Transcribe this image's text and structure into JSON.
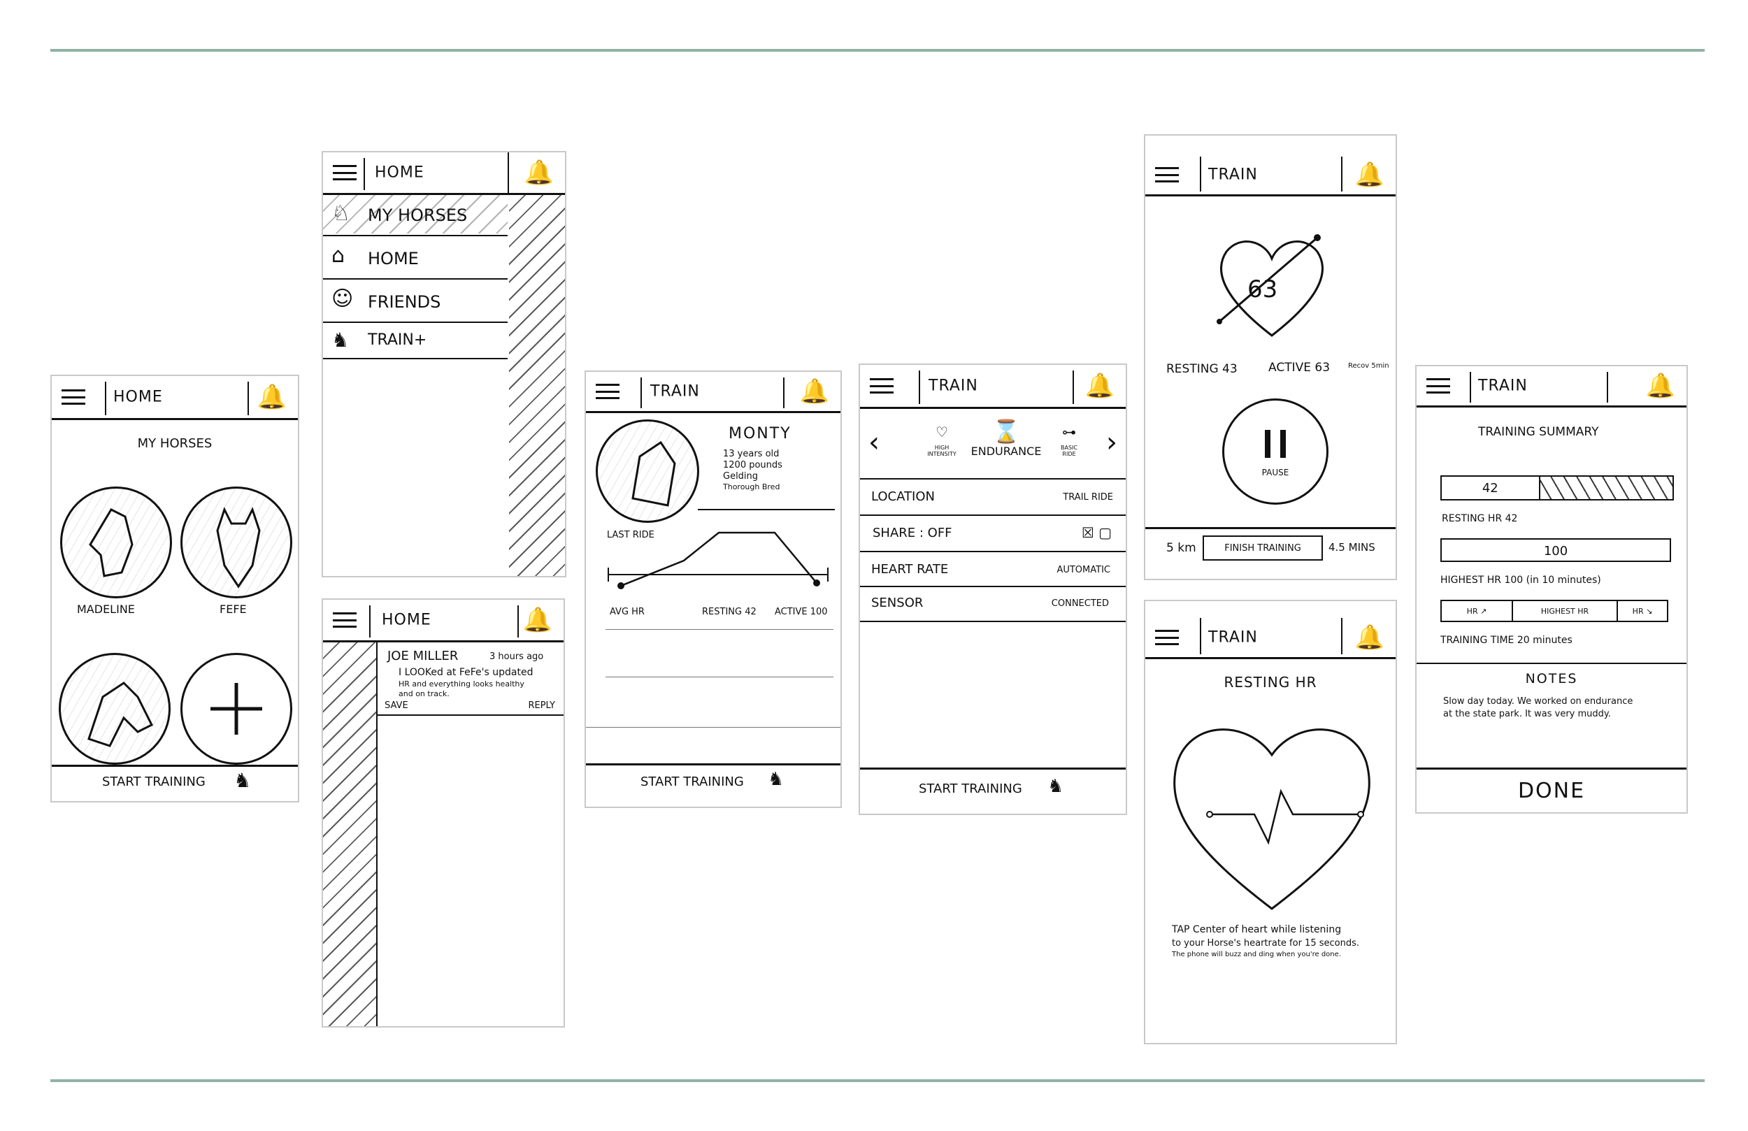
{
  "screens": {
    "home": {
      "title": "HOME",
      "section_title": "MY HORSES",
      "horses": [
        "MADELINE",
        "FEFE"
      ],
      "add_icon": "plus-icon",
      "start_training": "START TRAINING"
    },
    "menu": {
      "title": "HOME",
      "items": [
        "MY HORSES",
        "HOME",
        "FRIENDS",
        "TRAIN+"
      ]
    },
    "feed": {
      "title": "HOME",
      "post": {
        "author": "JOE MILLER",
        "time": "3 hours ago",
        "body_line1": "I LOOKed at FeFe's updated",
        "body_line2": "HR and everything looks healthy",
        "body_line3": "and on track.",
        "save": "SAVE",
        "reply": "REPLY"
      }
    },
    "horse_detail": {
      "title": "TRAIN",
      "name": "MONTY",
      "info": [
        "13 years old",
        "1200 pounds",
        "Gelding",
        "Thorough Bred"
      ],
      "last_ride": "LAST RIDE",
      "stats": {
        "avg_hr": "AVG HR",
        "resting": "RESTING 42",
        "active": "ACTIVE 100"
      },
      "start_training": "START TRAINING"
    },
    "train_setup": {
      "title": "TRAIN",
      "modes": [
        "HIGH INTENSITY",
        "ENDURANCE",
        "BASIC RIDE"
      ],
      "rows": [
        {
          "label": "LOCATION",
          "value": "TRAIL RIDE"
        },
        {
          "label": "SHARE : OFF",
          "value": ""
        },
        {
          "label": "HEART RATE",
          "value": "AUTOMATIC"
        },
        {
          "label": "SENSOR",
          "value": "CONNECTED"
        }
      ],
      "start_training": "START TRAINING"
    },
    "train_active": {
      "title": "TRAIN",
      "heart_value": "63",
      "resting": "RESTING 43",
      "active": "ACTIVE 63",
      "recovery": "Recov 5min",
      "pause": "PAUSE",
      "distance": "5 km",
      "finish": "FINISH TRAINING",
      "time": "4.5 MINS"
    },
    "resting_hr": {
      "title": "TRAIN",
      "heading": "RESTING HR",
      "instructions_1": "TAP Center of heart while listening",
      "instructions_2": "to your Horse's heartrate for 15 seconds.",
      "instructions_3": "The phone will buzz and ding when you're done."
    },
    "summary": {
      "title": "TRAIN",
      "heading": "TRAINING SUMMARY",
      "resting_value": "42",
      "resting_label": "RESTING HR 42",
      "highest_value": "100",
      "highest_label": "HIGHEST HR 100 (in 10 minutes)",
      "tabs": [
        "HR ↗",
        "HIGHEST HR",
        "HR ↘"
      ],
      "time_label": "TRAINING TIME 20 minutes",
      "notes_heading": "NOTES",
      "notes_1": "Slow day today. We worked on endurance",
      "notes_2": "at the state park. It was very muddy.",
      "done": "DONE"
    }
  }
}
